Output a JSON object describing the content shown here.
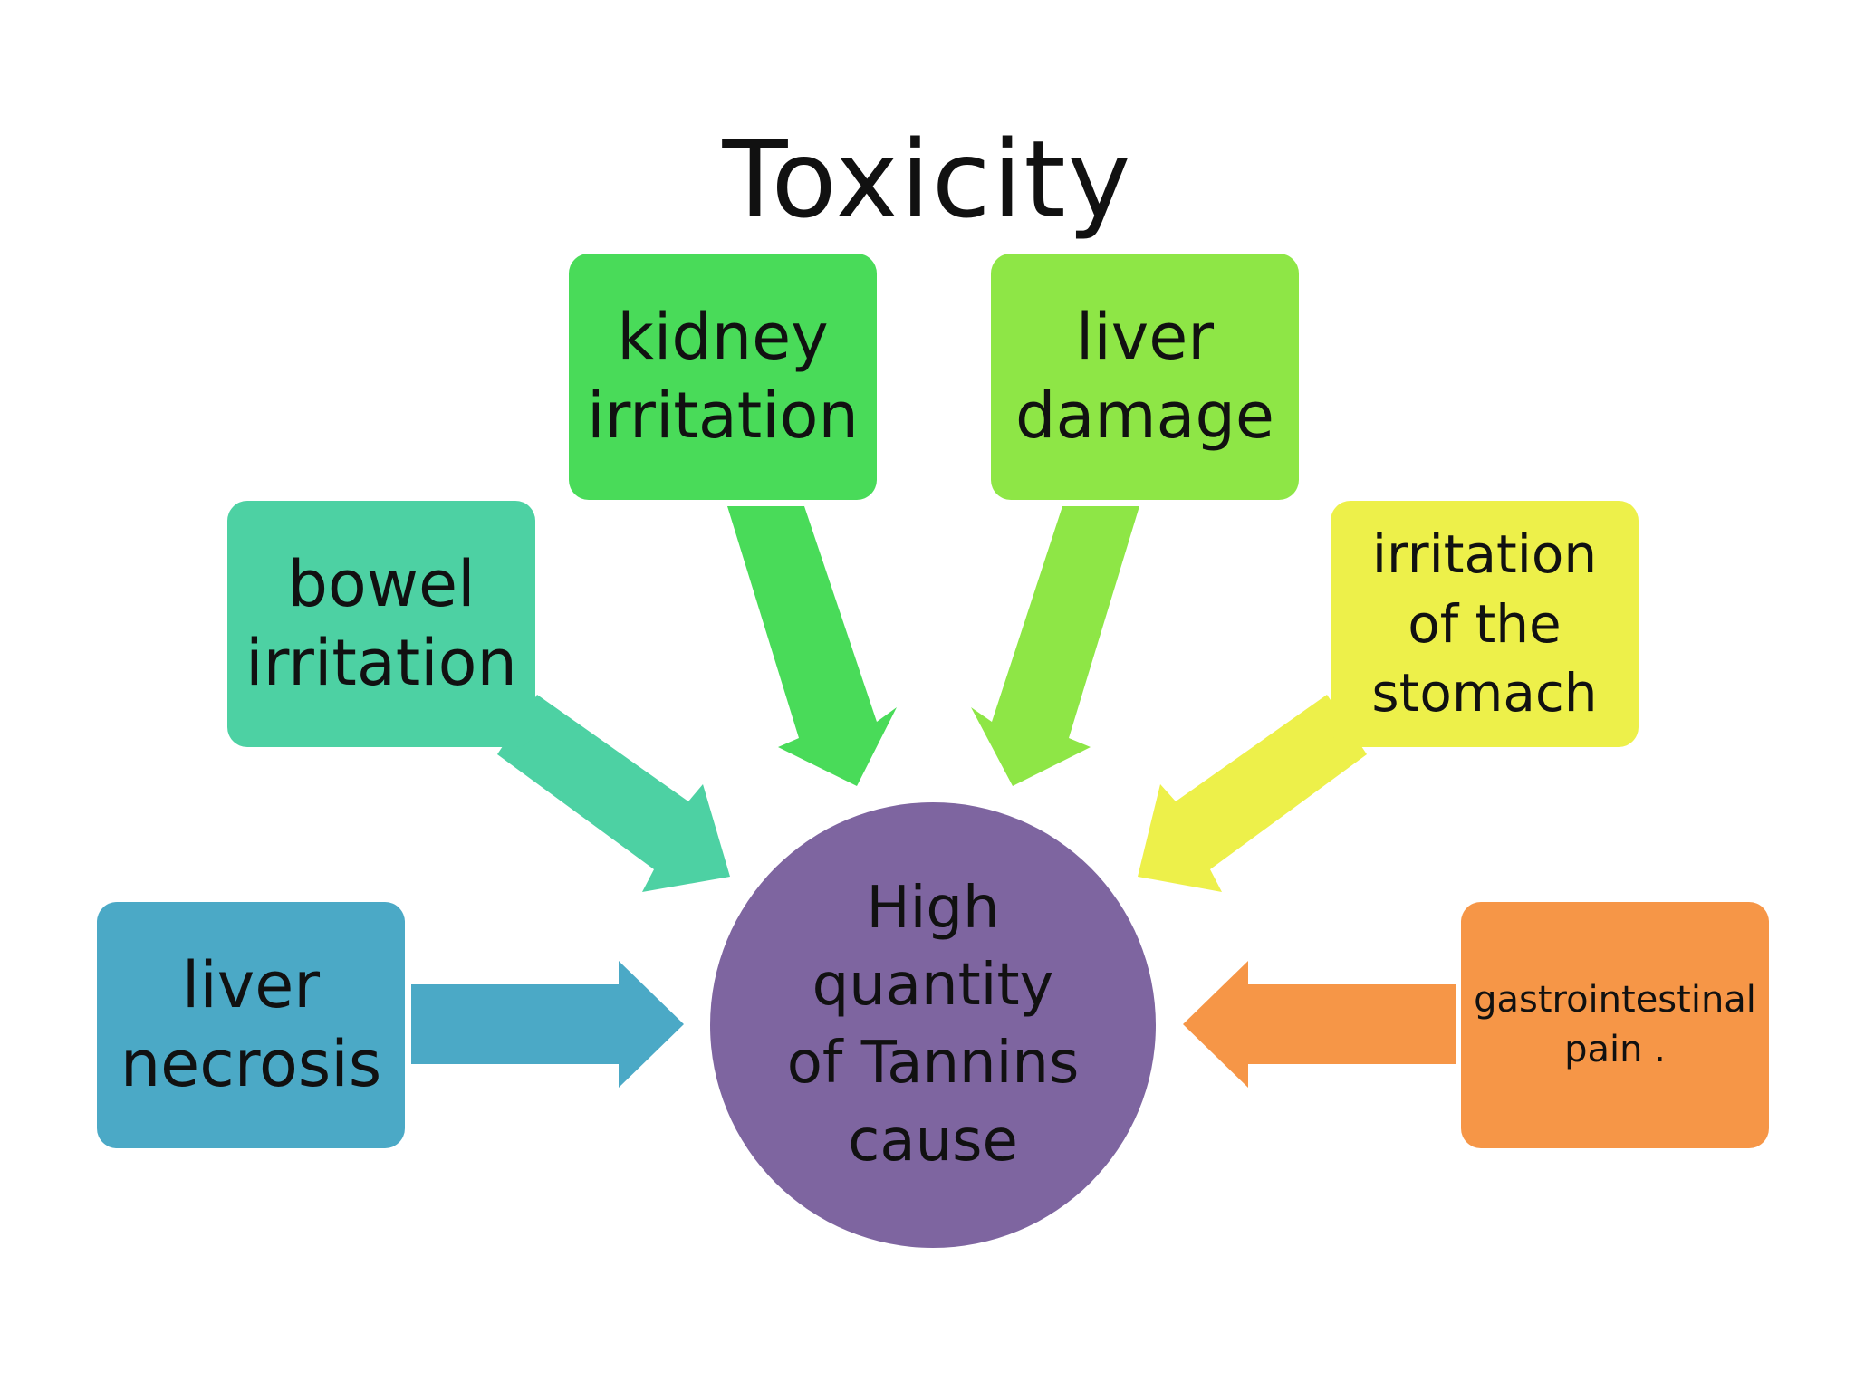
{
  "title": "Toxicity",
  "center": {
    "label": "High\nquantity\nof Tannins\ncause",
    "color": "#7E65A0"
  },
  "effects": [
    {
      "label": "liver\nnecrosis",
      "color": "#4BA9C6"
    },
    {
      "label": "bowel\nirritation",
      "color": "#4DD1A3"
    },
    {
      "label": "kidney\nirritation",
      "color": "#49DB59"
    },
    {
      "label": "liver\ndamage",
      "color": "#8EE646"
    },
    {
      "label": "irritation\nof the\nstomach",
      "color": "#EDF04A"
    },
    {
      "label": "gastrointestinal\npain .",
      "color": "#F69647"
    }
  ]
}
